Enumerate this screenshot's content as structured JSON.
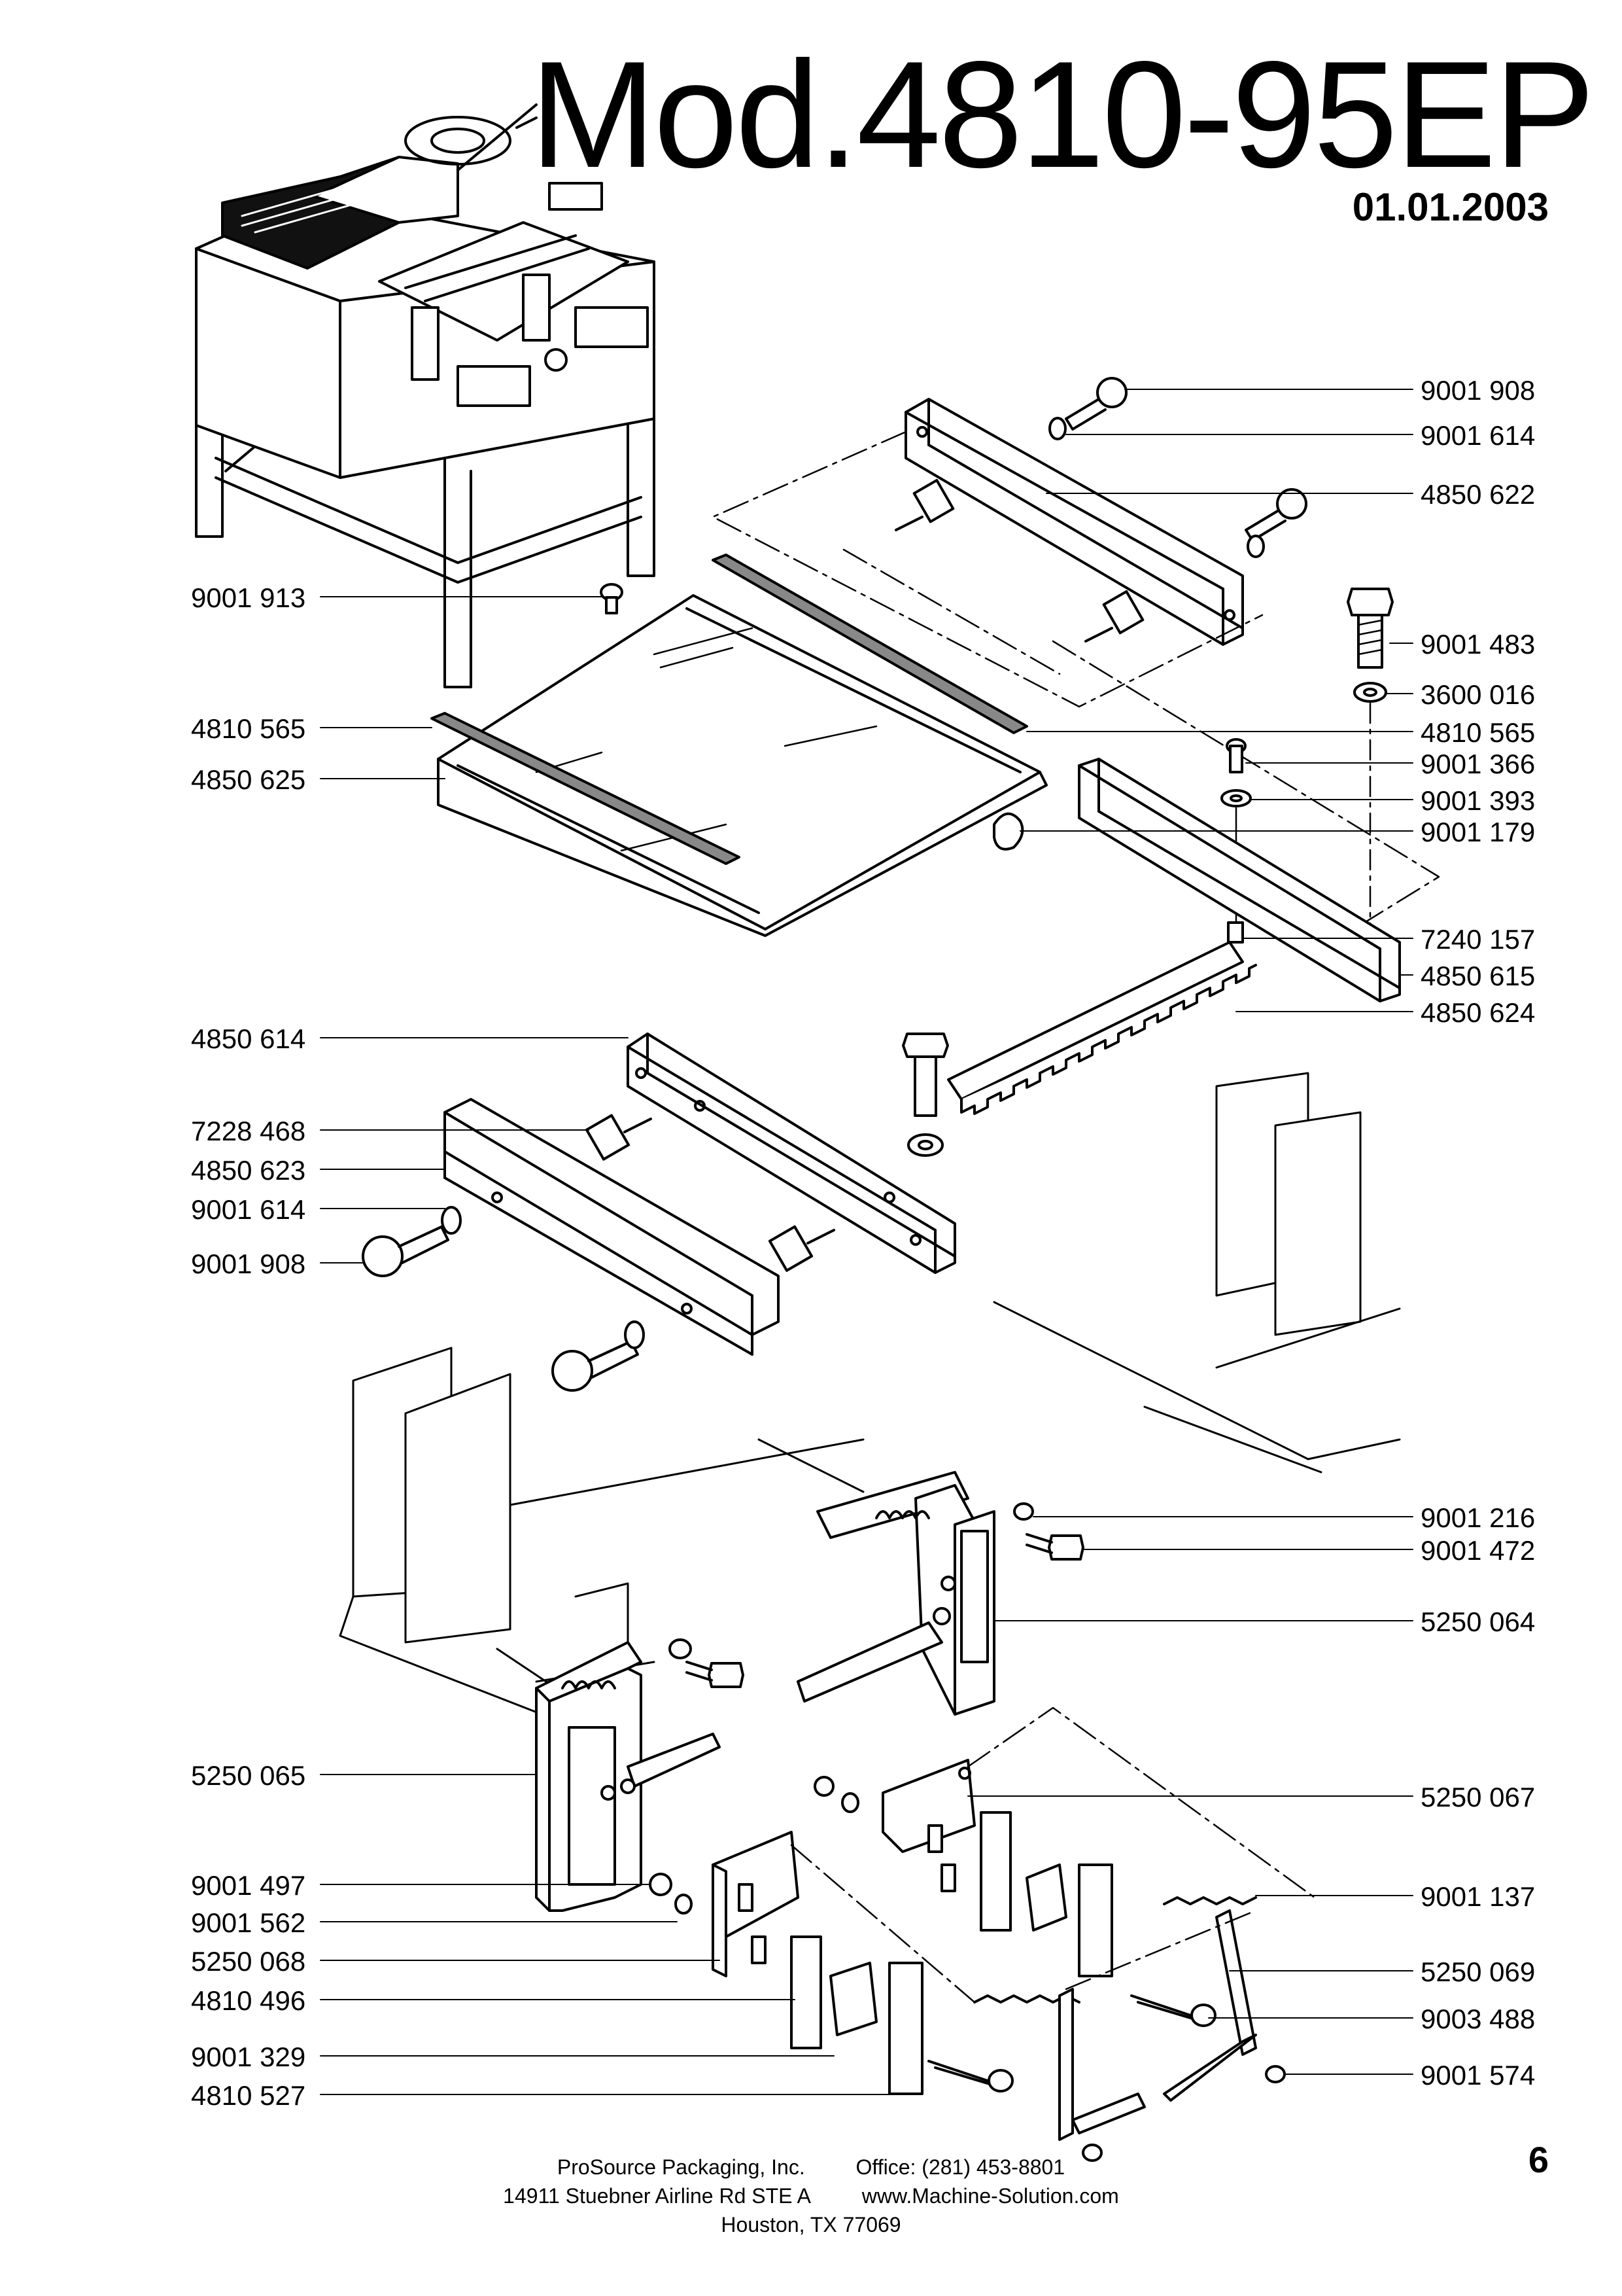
{
  "title": "Mod.4810-95EP",
  "date": "01.01.2003",
  "page_number": "6",
  "labels_left": [
    "9001 913",
    "4810 565",
    "4850 625",
    "4850 614",
    "7228 468",
    "4850 623",
    "9001 614",
    "9001 908",
    "5250 065",
    "9001 497",
    "9001 562",
    "5250 068",
    "4810 496",
    "9001 329",
    "4810 527"
  ],
  "labels_right": [
    "9001 908",
    "9001 614",
    "4850 622",
    "9001 483",
    "3600 016",
    "4810 565",
    "9001 366",
    "9001 393",
    "9001 179",
    "7240 157",
    "4850 615",
    "4850 624",
    "9001 216",
    "9001 472",
    "5250 064",
    "5250 067",
    "9001 137",
    "5250 069",
    "9003 488",
    "9001 574"
  ],
  "footer": {
    "company": "ProSource Packaging, Inc.",
    "office": "Office: (281) 453-8801",
    "address": "14911 Stuebner Airline Rd STE A",
    "website": "www.Machine-Solution.com",
    "city": "Houston, TX 77069"
  }
}
